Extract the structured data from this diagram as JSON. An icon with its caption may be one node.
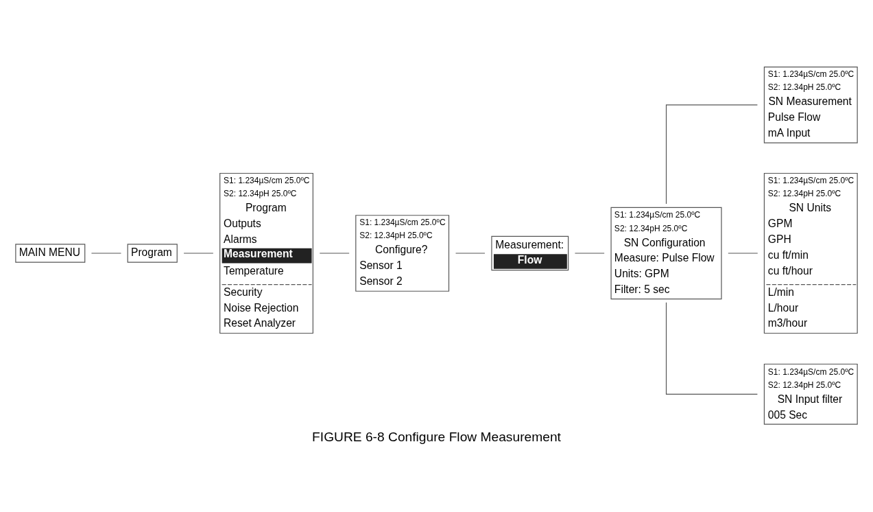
{
  "diagram": {
    "caption": "FIGURE 6-8 Configure Flow Measurement",
    "nodes": [
      {
        "text": [
          "MAIN MENU"
        ]
      },
      {
        "text": [
          "Program"
        ]
      },
      {
        "text": [
          "S1: 1.234µS/cm 25.0ºC",
          "S2: 12.34pH 25.0ºC",
          "Program",
          "Outputs",
          "Alarms",
          "Measurement",
          "Temperature",
          "Security",
          "Noise Rejection",
          "Reset Analyzer"
        ]
      },
      {
        "text": [
          "S1: 1.234µS/cm 25.0ºC",
          "S2: 12.34pH 25.0ºC",
          "Configure?",
          "Sensor 1",
          "Sensor 2"
        ]
      },
      {
        "text": [
          "Measurement:",
          "Flow"
        ]
      },
      {
        "text": [
          "S1: 1.234µS/cm 25.0ºC",
          "S2: 12.34pH 25.0ºC",
          "SN Configuration",
          "Measure: Pulse Flow",
          "Units: GPM",
          "Filter: 5 sec"
        ]
      },
      {
        "text": [
          "S1: 1.234µS/cm 25.0ºC",
          "S2: 12.34pH 25.0ºC",
          "SN Measurement",
          "Pulse Flow",
          "mA Input"
        ]
      },
      {
        "text": [
          "S1: 1.234µS/cm 25.0ºC",
          "S2: 12.34pH 25.0ºC",
          "SN Units",
          "GPM",
          "GPH",
          "cu ft/min",
          "cu ft/hour",
          "L/min",
          "L/hour",
          "m3/hour"
        ]
      },
      {
        "text": [
          "S1: 1.234µS/cm 25.0ºC",
          "S2: 12.34pH 25.0ºC",
          "SN Input filter",
          "005 Sec"
        ]
      }
    ],
    "edges": [
      {
        "from": 0,
        "to": 1,
        "arrow": "none"
      },
      {
        "from": 1,
        "to": 2,
        "arrow": "none"
      },
      {
        "from": 2,
        "to": 3,
        "arrow": "none"
      },
      {
        "from": 3,
        "to": 4,
        "arrow": "none"
      },
      {
        "from": 4,
        "to": 5,
        "arrow": "none"
      },
      {
        "from": 5,
        "to": 6,
        "arrow": "none"
      },
      {
        "from": 5,
        "to": 7,
        "arrow": "none"
      },
      {
        "from": 5,
        "to": 8,
        "arrow": "none"
      }
    ]
  }
}
